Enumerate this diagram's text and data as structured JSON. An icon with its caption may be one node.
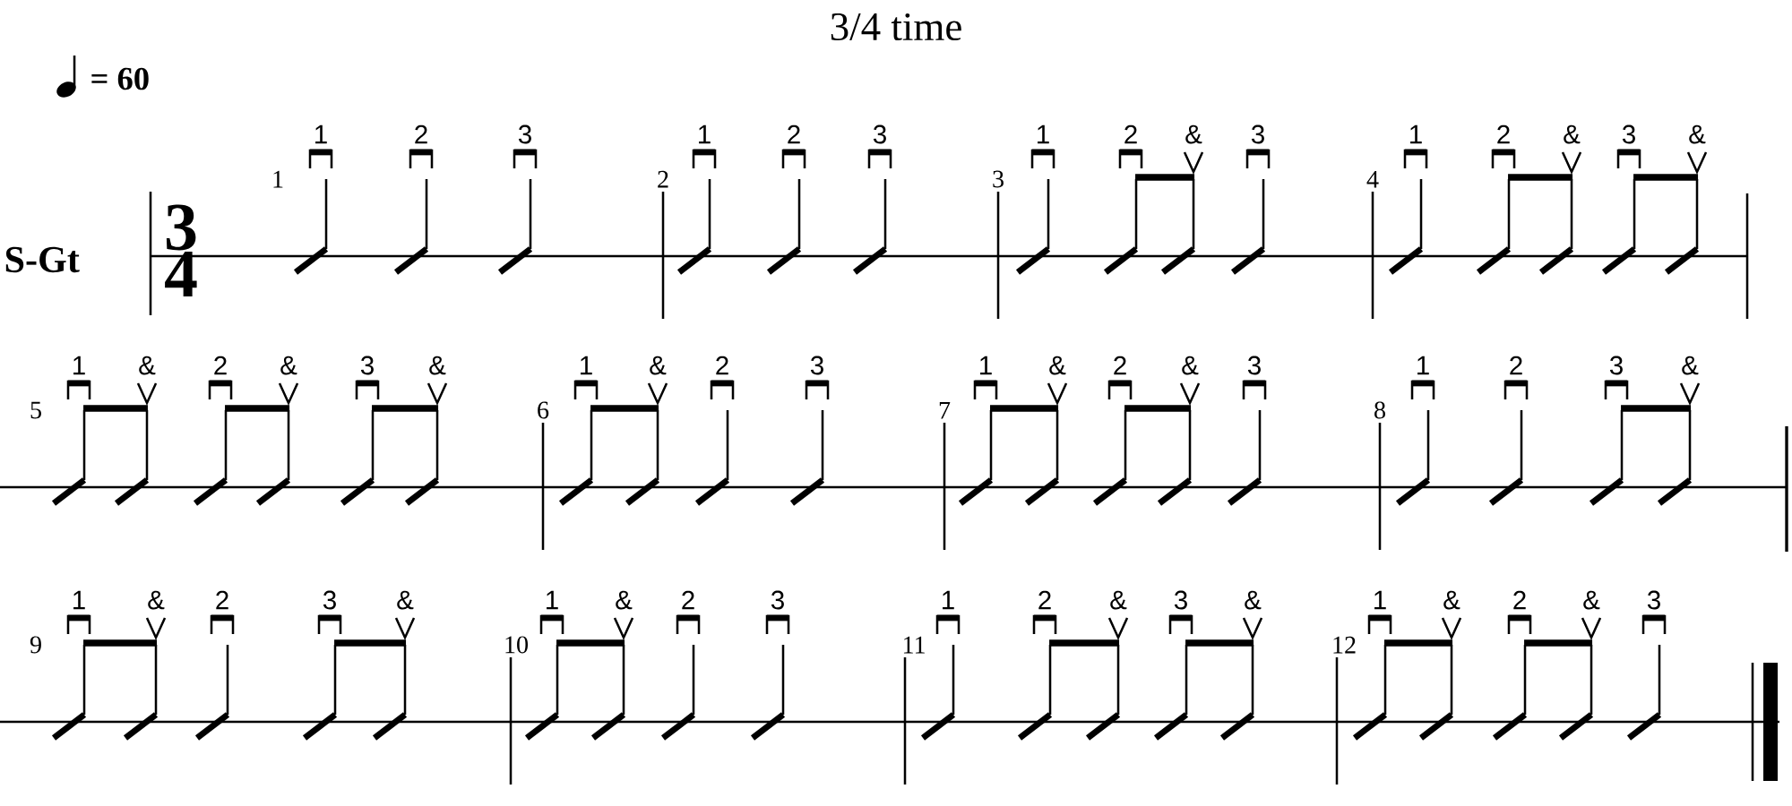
{
  "diagram": {
    "title": "3/4 time",
    "labels": [
      "= 60",
      "S-Gt",
      "3",
      "4",
      "1",
      "1",
      "2",
      "3",
      "2",
      "1",
      "2",
      "3",
      "3",
      "1",
      "2",
      "&",
      "3",
      "4",
      "1",
      "2",
      "&",
      "3",
      "&",
      "5",
      "1",
      "&",
      "2",
      "&",
      "3",
      "&",
      "6",
      "1",
      "&",
      "2",
      "3",
      "7",
      "1",
      "&",
      "2",
      "&",
      "3",
      "8",
      "1",
      "2",
      "3",
      "&",
      "9",
      "1",
      "&",
      "2",
      "3",
      "&",
      "10",
      "1",
      "&",
      "2",
      "3",
      "11",
      "1",
      "2",
      "&",
      "3",
      "&",
      "12",
      "1",
      "&",
      "2",
      "&",
      "3"
    ]
  }
}
